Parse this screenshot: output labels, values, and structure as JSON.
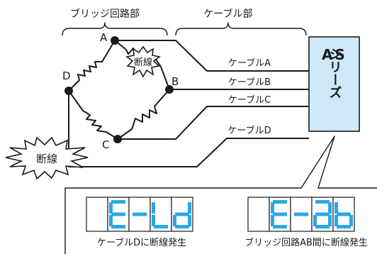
{
  "diagram": {
    "bridge_section_label": "ブリッジ回路部",
    "cable_section_label": "ケーブル部",
    "nodes": {
      "a": "A",
      "b": "B",
      "c": "C",
      "d": "D"
    },
    "cables": [
      "ケーブルA",
      "ケーブルB",
      "ケーブルC",
      "ケーブルD"
    ],
    "device": {
      "line1": "AS",
      "line2": "シリーズ"
    },
    "break_label_small": "断線",
    "break_label_large": "断線",
    "displays": [
      {
        "code": "E-Ld",
        "caption": "ケーブルDに断線発生"
      },
      {
        "code": "E-ab",
        "caption": "ブリッジ回路AB間に断線発生"
      }
    ],
    "colors": {
      "segment": "#2aa7e8",
      "device_fill": "#cfe8f9",
      "line": "#1a1a1a"
    }
  }
}
